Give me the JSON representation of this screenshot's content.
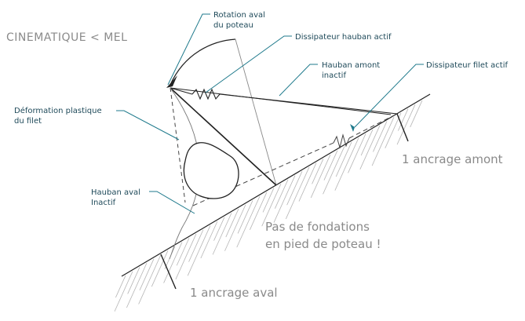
{
  "title": "CINEMATIQUE < MEL",
  "labels": {
    "rotation_line1": "Rotation aval",
    "rotation_line2": "du poteau",
    "dissipateur_hauban": "Dissipateur hauban actif",
    "hauban_amont_line1": "Hauban amont",
    "hauban_amont_line2": "inactif",
    "dissipateur_filet": "Dissipateur filet actif",
    "deformation_line1": "Déformation plastique",
    "deformation_line2": "du filet",
    "hauban_aval_line1": "Hauban aval",
    "hauban_aval_line2": "Inactif",
    "ancrage_amont": "1 ancrage amont",
    "pas_fondations_line1": "Pas de fondations",
    "pas_fondations_line2": "en pied de poteau !",
    "ancrage_aval": "1 ancrage aval"
  },
  "colors": {
    "leader": "#1f7a8c",
    "label_text": "#1f4a5a",
    "gray_text": "#8a8a8a",
    "structure": "#222222"
  }
}
